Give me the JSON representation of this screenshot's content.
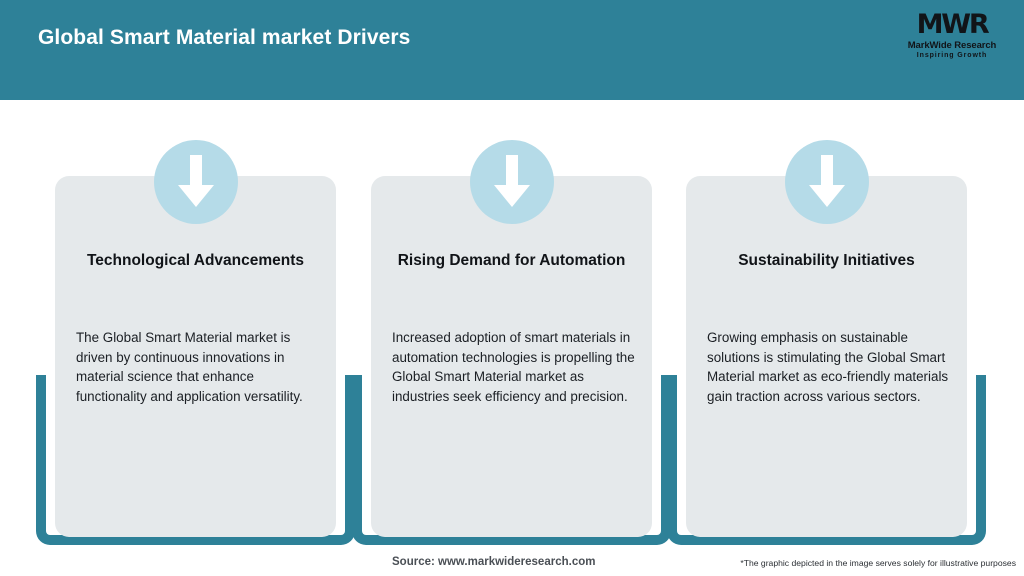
{
  "header": {
    "title": "Global Smart Material market Drivers",
    "background_color": "#2e8198",
    "title_color": "#ffffff"
  },
  "logo": {
    "mark": "MWR",
    "name": "MarkWide Research",
    "tagline": "Inspiring Growth"
  },
  "cards": [
    {
      "icon": "down-arrow-icon",
      "title": "Technological Advancements",
      "body": "The Global Smart Material market is driven by continuous innovations in material science that enhance functionality and application versatility."
    },
    {
      "icon": "down-arrow-icon",
      "title": "Rising Demand for Automation",
      "body": "Increased adoption of smart materials in automation technologies is propelling the Global Smart Material market as industries seek efficiency and precision."
    },
    {
      "icon": "down-arrow-icon",
      "title": "Sustainability Initiatives",
      "body": "Growing emphasis on sustainable solutions is stimulating the Global Smart Material market as eco-friendly materials gain traction across various sectors."
    }
  ],
  "footer": {
    "source": "Source: www.markwideresearch.com",
    "disclaimer": "*The graphic depicted in the image serves solely for illustrative purposes"
  },
  "theme": {
    "accent": "#2e8198",
    "card_background": "#e5e9eb",
    "badge_color": "#b5dbe8",
    "page_background": "#ffffff"
  }
}
